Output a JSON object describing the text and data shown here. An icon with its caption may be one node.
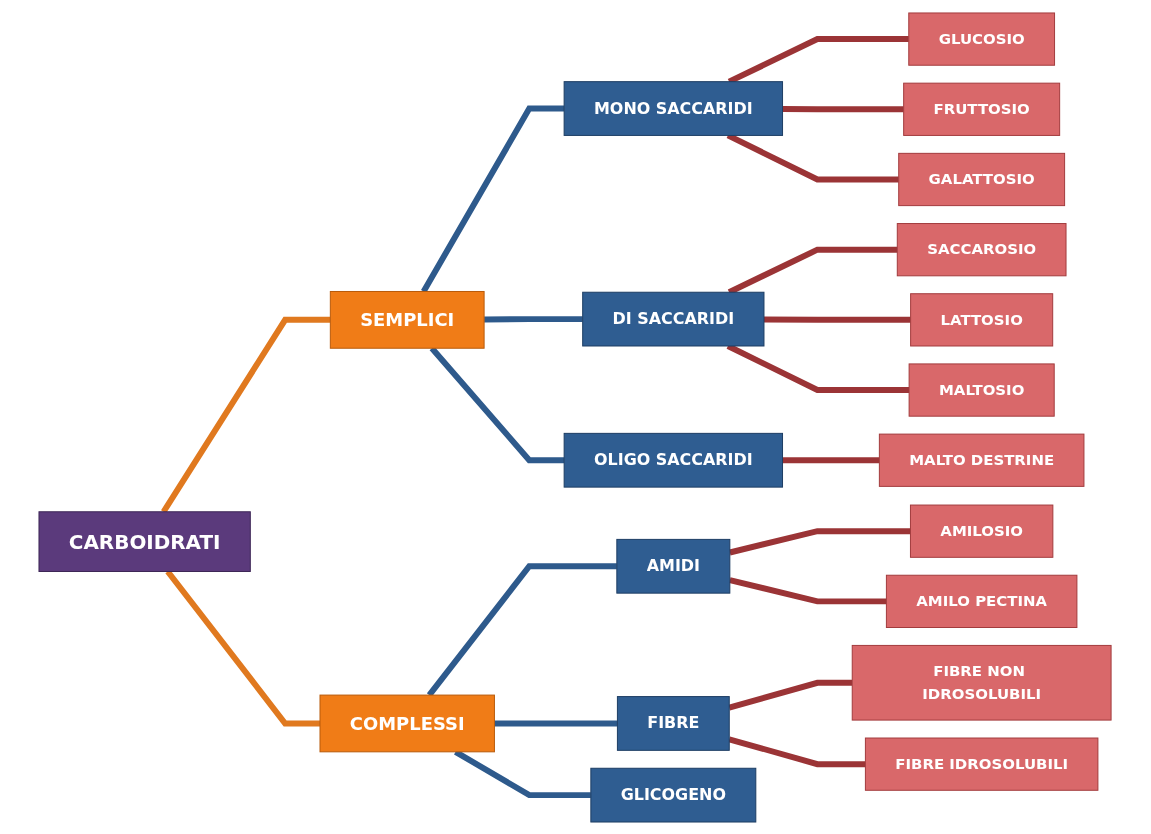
{
  "diagram": {
    "nodes": [
      {
        "text": [
          "CARBOIDRATI"
        ]
      },
      {
        "text": [
          "SEMPLICI"
        ]
      },
      {
        "text": [
          "COMPLESSI"
        ]
      },
      {
        "text": [
          "MONO SACCARIDI"
        ]
      },
      {
        "text": [
          "DI SACCARIDI"
        ]
      },
      {
        "text": [
          "OLIGO SACCARIDI"
        ]
      },
      {
        "text": [
          "AMIDI"
        ]
      },
      {
        "text": [
          "FIBRE"
        ]
      },
      {
        "text": [
          "GLICOGENO"
        ]
      },
      {
        "text": [
          "GLUCOSIO"
        ]
      },
      {
        "text": [
          "FRUTTOSIO"
        ]
      },
      {
        "text": [
          "GALATTOSIO"
        ]
      },
      {
        "text": [
          "SACCAROSIO"
        ]
      },
      {
        "text": [
          "LATTOSIO"
        ]
      },
      {
        "text": [
          "MALTOSIO"
        ]
      },
      {
        "text": [
          "MALTO DESTRINE"
        ]
      },
      {
        "text": [
          "AMILOSIO"
        ]
      },
      {
        "text": [
          "AMILO PECTINA"
        ]
      },
      {
        "text": [
          "FIBRE NON IDROSOLUBILI"
        ]
      },
      {
        "text": [
          "FIBRE IDROSOLUBILI"
        ]
      }
    ],
    "edges": [
      {
        "from": 0,
        "to": 1,
        "arrow": "none",
        "color": "#e0791f"
      },
      {
        "from": 0,
        "to": 2,
        "arrow": "none",
        "color": "#e0791f"
      },
      {
        "from": 1,
        "to": 3,
        "arrow": "none",
        "color": "#2e5a8c"
      },
      {
        "from": 1,
        "to": 4,
        "arrow": "none",
        "color": "#2e5a8c"
      },
      {
        "from": 1,
        "to": 5,
        "arrow": "none",
        "color": "#2e5a8c"
      },
      {
        "from": 2,
        "to": 6,
        "arrow": "none",
        "color": "#2e5a8c"
      },
      {
        "from": 2,
        "to": 7,
        "arrow": "none",
        "color": "#2e5a8c"
      },
      {
        "from": 2,
        "to": 8,
        "arrow": "none",
        "color": "#2e5a8c"
      },
      {
        "from": 3,
        "to": 9,
        "arrow": "none"
      },
      {
        "from": 3,
        "to": 10,
        "arrow": "none"
      },
      {
        "from": 3,
        "to": 11,
        "arrow": "none"
      },
      {
        "from": 4,
        "to": 12,
        "arrow": "none"
      },
      {
        "from": 4,
        "to": 13,
        "arrow": "none"
      },
      {
        "from": 4,
        "to": 14,
        "arrow": "none"
      },
      {
        "from": 5,
        "to": 15,
        "arrow": "none"
      },
      {
        "from": 6,
        "to": 16,
        "arrow": "none"
      },
      {
        "from": 6,
        "to": 17,
        "arrow": "none"
      },
      {
        "from": 7,
        "to": 18,
        "arrow": "none"
      },
      {
        "from": 7,
        "to": 19,
        "arrow": "none"
      }
    ]
  }
}
